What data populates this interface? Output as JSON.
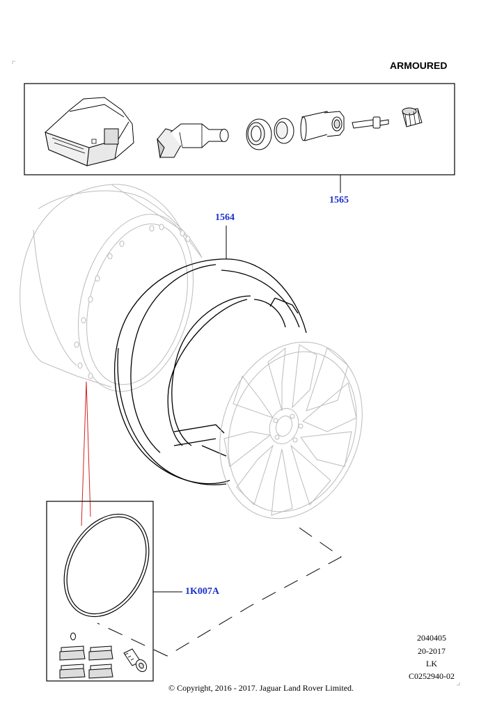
{
  "header": {
    "title": "ARMOURED"
  },
  "callouts": {
    "tpms_kit": "1565",
    "tyre": "1564",
    "seal_kit": "1K007A"
  },
  "reference": {
    "line1": "2040405",
    "line2": "20-2017",
    "line3": "LK",
    "line4": "C0252940-02"
  },
  "footer": {
    "copyright": "© Copyright, 2016 - 2017. Jaguar Land Rover Limited."
  },
  "colors": {
    "callout": "#1a2fcc",
    "leader_red": "#d42020",
    "ghost_lines": "#bbbbbb",
    "ink": "#000000"
  }
}
